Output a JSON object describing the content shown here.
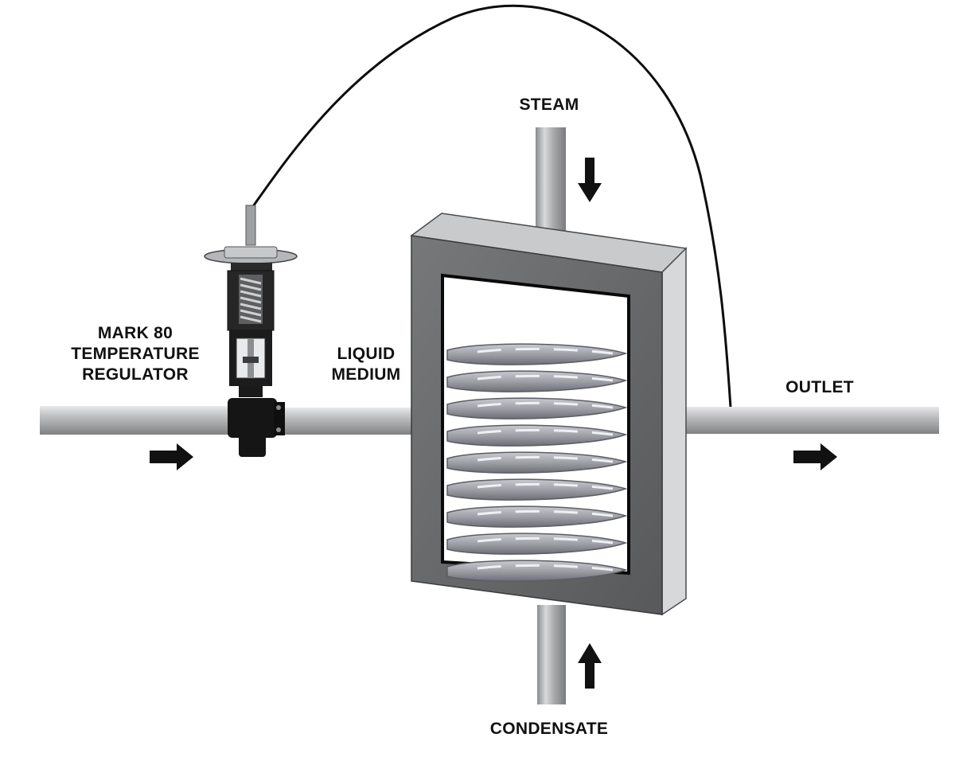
{
  "labels": {
    "regulator": [
      "MARK 80",
      "TEMPERATURE",
      "REGULATOR"
    ],
    "liquid_medium": [
      "LIQUID",
      "MEDIUM"
    ],
    "steam": "STEAM",
    "outlet": "OUTLET",
    "condensate": "CONDENSATE"
  },
  "flow_arrows": [
    {
      "name": "inlet",
      "direction": "right"
    },
    {
      "name": "outlet",
      "direction": "right"
    },
    {
      "name": "steam",
      "direction": "down"
    },
    {
      "name": "condensate",
      "direction": "up"
    }
  ],
  "colors": {
    "pipe": "#a9aaac",
    "tank_frame": "#6c6d70",
    "tank_side": "#d2d3d5",
    "coil": "#9a9ba1",
    "valve_body": "#1a1a1a",
    "sensor_line": "#0d0d0d",
    "arrow": "#111111"
  }
}
